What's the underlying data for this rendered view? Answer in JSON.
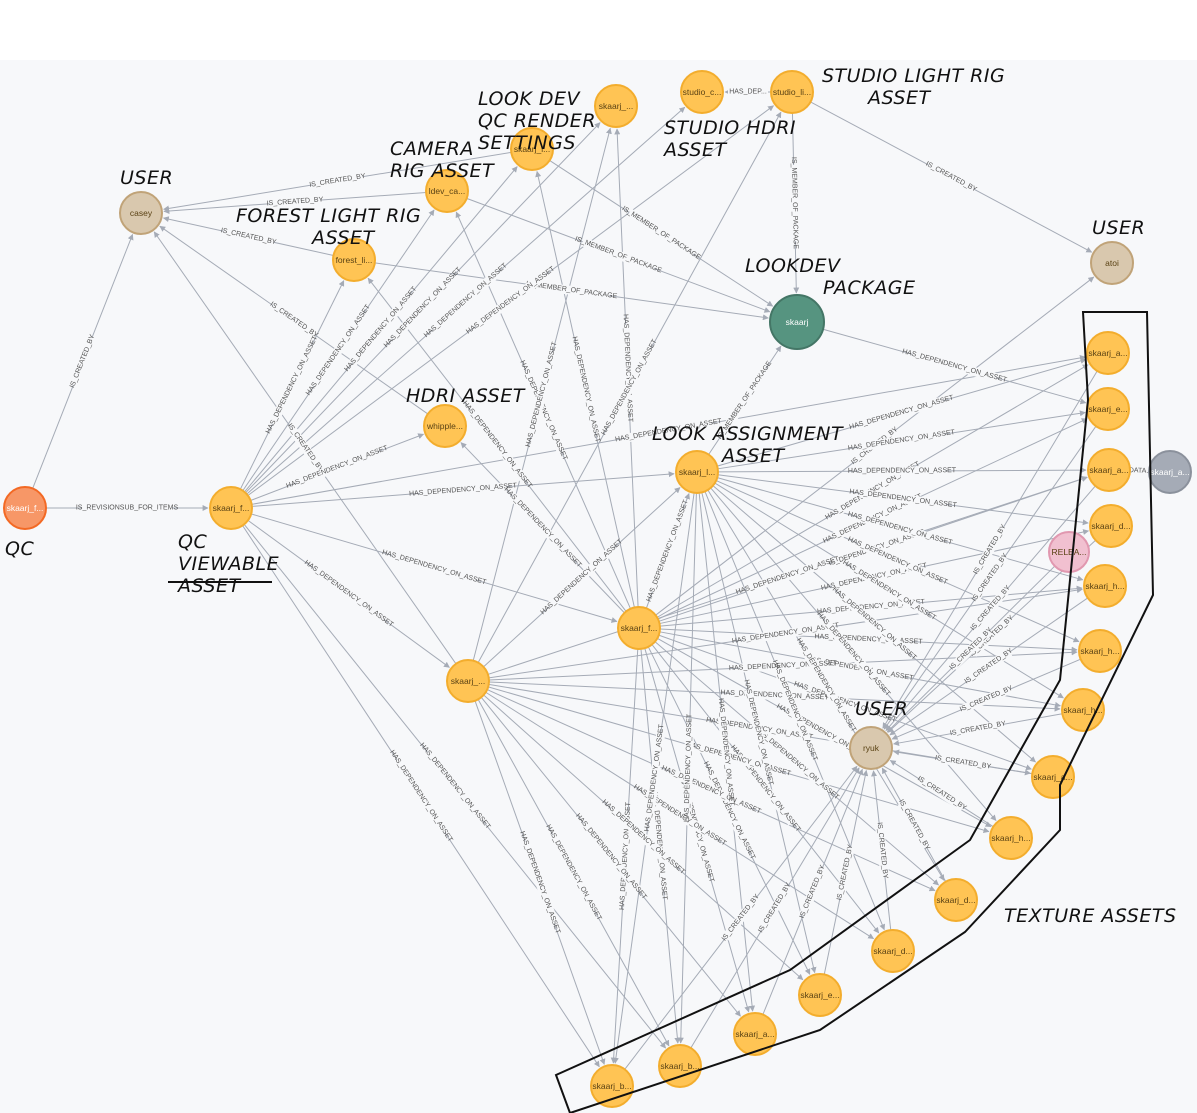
{
  "colors": {
    "asset": "#ffc454",
    "asset_stroke": "#f3ad2d",
    "user": "#d9c8ae",
    "user_stroke": "#c0a378",
    "package": "#569480",
    "package_stroke": "#447666",
    "qc": "#f79767",
    "qc_stroke": "#f36924",
    "release": "#f1c0d0",
    "release_stroke": "#e198b0",
    "other": "#a5abb6",
    "other_stroke": "#8b919c"
  },
  "nodes": [
    {
      "id": "qc",
      "label": "skaarj_f...",
      "kind": "qc"
    },
    {
      "id": "qcview",
      "label": "skaarj_f...",
      "kind": "asset"
    },
    {
      "id": "casey",
      "label": "casey",
      "kind": "user"
    },
    {
      "id": "forest",
      "label": "forest_li...",
      "kind": "asset"
    },
    {
      "id": "ldevcam",
      "label": "ldev_ca...",
      "kind": "asset"
    },
    {
      "id": "qcrender",
      "label": "skaarj_l...",
      "kind": "asset"
    },
    {
      "id": "skt1",
      "label": "skaarj_...",
      "kind": "asset"
    },
    {
      "id": "studioc",
      "label": "studio_c...",
      "kind": "asset"
    },
    {
      "id": "studioli",
      "label": "studio_li...",
      "kind": "asset"
    },
    {
      "id": "atoi",
      "label": "atoi",
      "kind": "user"
    },
    {
      "id": "pkg",
      "label": "skaarj",
      "kind": "package"
    },
    {
      "id": "whipple",
      "label": "whipple...",
      "kind": "asset"
    },
    {
      "id": "lookassign",
      "label": "skaarj_l...",
      "kind": "asset"
    },
    {
      "id": "hub1",
      "label": "skaarj_f...",
      "kind": "asset"
    },
    {
      "id": "hub2",
      "label": "skaarj_...",
      "kind": "asset"
    },
    {
      "id": "ryuk",
      "label": "ryuk",
      "kind": "user"
    },
    {
      "id": "release",
      "label": "RELEA...",
      "kind": "release"
    },
    {
      "id": "grey",
      "label": "skaarj_a...",
      "kind": "other"
    },
    {
      "id": "t1",
      "label": "skaarj_a...",
      "kind": "asset"
    },
    {
      "id": "t2",
      "label": "skaarj_e...",
      "kind": "asset"
    },
    {
      "id": "t3",
      "label": "skaarj_a...",
      "kind": "asset"
    },
    {
      "id": "t4",
      "label": "skaarj_d...",
      "kind": "asset"
    },
    {
      "id": "t5",
      "label": "skaarj_h...",
      "kind": "asset"
    },
    {
      "id": "t6",
      "label": "skaarj_h...",
      "kind": "asset"
    },
    {
      "id": "t7",
      "label": "skaarj_h...",
      "kind": "asset"
    },
    {
      "id": "t8",
      "label": "skaarj_a...",
      "kind": "asset"
    },
    {
      "id": "t9",
      "label": "skaarj_h...",
      "kind": "asset"
    },
    {
      "id": "t10",
      "label": "skaarj_d...",
      "kind": "asset"
    },
    {
      "id": "t11",
      "label": "skaarj_d...",
      "kind": "asset"
    },
    {
      "id": "t12",
      "label": "skaarj_e...",
      "kind": "asset"
    },
    {
      "id": "t13",
      "label": "skaarj_a...",
      "kind": "asset"
    },
    {
      "id": "t14",
      "label": "skaarj_b...",
      "kind": "asset"
    },
    {
      "id": "t15",
      "label": "skaarj_b...",
      "kind": "asset"
    }
  ],
  "edge_types": {
    "created": "IS_CREATED_BY",
    "dep": "HAS_DEPENDENCY_ON_ASSET",
    "member": "IS_MEMBER_OF_PACKAGE",
    "revision": "IS_REVISIONSUB_FOR_ITEMS",
    "hasdep_short": "HAS_DEP...",
    "data_short": "DATA..."
  },
  "edges": [
    {
      "from": "qc",
      "to": "casey",
      "type": "created"
    },
    {
      "from": "qc",
      "to": "qcview",
      "type": "revision"
    },
    {
      "from": "forest",
      "to": "casey",
      "type": "created"
    },
    {
      "from": "ldevcam",
      "to": "casey",
      "type": "created"
    },
    {
      "from": "qcrender",
      "to": "casey",
      "type": "created"
    },
    {
      "from": "hub2",
      "to": "casey",
      "type": "created"
    },
    {
      "from": "whipple",
      "to": "casey",
      "type": "created"
    },
    {
      "from": "studioli",
      "to": "studioc",
      "type": "hasdep_short"
    },
    {
      "from": "studioli",
      "to": "pkg",
      "type": "member"
    },
    {
      "from": "studioli",
      "to": "atoi",
      "type": "created"
    },
    {
      "from": "forest",
      "to": "pkg",
      "type": "member"
    },
    {
      "from": "ldevcam",
      "to": "pkg",
      "type": "member"
    },
    {
      "from": "qcrender",
      "to": "pkg",
      "type": "member"
    },
    {
      "from": "lookassign",
      "to": "pkg",
      "type": "member"
    },
    {
      "from": "hub1",
      "to": "atoi",
      "type": "created"
    },
    {
      "from": "pkg",
      "to": "t2",
      "type": "dep"
    },
    {
      "from": "qcview",
      "to": "forest",
      "type": "dep"
    },
    {
      "from": "qcview",
      "to": "ldevcam",
      "type": "dep"
    },
    {
      "from": "qcview",
      "to": "qcrender",
      "type": "dep"
    },
    {
      "from": "qcview",
      "to": "skt1",
      "type": "dep"
    },
    {
      "from": "qcview",
      "to": "studioc",
      "type": "dep"
    },
    {
      "from": "qcview",
      "to": "studioli",
      "type": "dep"
    },
    {
      "from": "qcview",
      "to": "whipple",
      "type": "dep"
    },
    {
      "from": "qcview",
      "to": "lookassign",
      "type": "dep"
    },
    {
      "from": "qcview",
      "to": "hub1",
      "type": "dep"
    },
    {
      "from": "qcview",
      "to": "hub2",
      "type": "dep"
    },
    {
      "from": "qcview",
      "to": "t1",
      "type": "dep"
    },
    {
      "from": "qcview",
      "to": "t14",
      "type": "dep"
    },
    {
      "from": "qcview",
      "to": "t15",
      "type": "dep"
    },
    {
      "from": "hub1",
      "to": "forest",
      "type": "dep"
    },
    {
      "from": "hub1",
      "to": "ldevcam",
      "type": "dep"
    },
    {
      "from": "hub1",
      "to": "qcrender",
      "type": "dep"
    },
    {
      "from": "hub1",
      "to": "skt1",
      "type": "dep"
    },
    {
      "from": "hub1",
      "to": "whipple",
      "type": "dep"
    },
    {
      "from": "hub1",
      "to": "lookassign",
      "type": "dep"
    },
    {
      "from": "hub1",
      "to": "t1",
      "type": "dep"
    },
    {
      "from": "hub1",
      "to": "t2",
      "type": "dep"
    },
    {
      "from": "hub1",
      "to": "t3",
      "type": "dep"
    },
    {
      "from": "hub1",
      "to": "t4",
      "type": "dep"
    },
    {
      "from": "hub1",
      "to": "t5",
      "type": "dep"
    },
    {
      "from": "hub1",
      "to": "t6",
      "type": "dep"
    },
    {
      "from": "hub1",
      "to": "t7",
      "type": "dep"
    },
    {
      "from": "hub1",
      "to": "t8",
      "type": "dep"
    },
    {
      "from": "hub1",
      "to": "t9",
      "type": "dep"
    },
    {
      "from": "hub1",
      "to": "t10",
      "type": "dep"
    },
    {
      "from": "hub1",
      "to": "t11",
      "type": "dep"
    },
    {
      "from": "hub1",
      "to": "t12",
      "type": "dep"
    },
    {
      "from": "hub1",
      "to": "t13",
      "type": "dep"
    },
    {
      "from": "hub1",
      "to": "t14",
      "type": "dep"
    },
    {
      "from": "hub1",
      "to": "t15",
      "type": "dep"
    },
    {
      "from": "hub2",
      "to": "lookassign",
      "type": "dep"
    },
    {
      "from": "hub2",
      "to": "skt1",
      "type": "dep"
    },
    {
      "from": "hub2",
      "to": "studioli",
      "type": "dep"
    },
    {
      "from": "hub2",
      "to": "t3",
      "type": "dep"
    },
    {
      "from": "hub2",
      "to": "t5",
      "type": "dep"
    },
    {
      "from": "hub2",
      "to": "t6",
      "type": "dep"
    },
    {
      "from": "hub2",
      "to": "t7",
      "type": "dep"
    },
    {
      "from": "hub2",
      "to": "t8",
      "type": "dep"
    },
    {
      "from": "hub2",
      "to": "t9",
      "type": "dep"
    },
    {
      "from": "hub2",
      "to": "t10",
      "type": "dep"
    },
    {
      "from": "hub2",
      "to": "t11",
      "type": "dep"
    },
    {
      "from": "hub2",
      "to": "t12",
      "type": "dep"
    },
    {
      "from": "hub2",
      "to": "t13",
      "type": "dep"
    },
    {
      "from": "hub2",
      "to": "t14",
      "type": "dep"
    },
    {
      "from": "hub2",
      "to": "t15",
      "type": "dep"
    },
    {
      "from": "lookassign",
      "to": "t1",
      "type": "dep"
    },
    {
      "from": "lookassign",
      "to": "t2",
      "type": "dep"
    },
    {
      "from": "lookassign",
      "to": "t3",
      "type": "dep"
    },
    {
      "from": "lookassign",
      "to": "t4",
      "type": "dep"
    },
    {
      "from": "lookassign",
      "to": "t5",
      "type": "dep"
    },
    {
      "from": "lookassign",
      "to": "t6",
      "type": "dep"
    },
    {
      "from": "lookassign",
      "to": "t7",
      "type": "dep"
    },
    {
      "from": "lookassign",
      "to": "t8",
      "type": "dep"
    },
    {
      "from": "lookassign",
      "to": "t9",
      "type": "dep"
    },
    {
      "from": "lookassign",
      "to": "t10",
      "type": "dep"
    },
    {
      "from": "lookassign",
      "to": "t11",
      "type": "dep"
    },
    {
      "from": "lookassign",
      "to": "t12",
      "type": "dep"
    },
    {
      "from": "lookassign",
      "to": "t13",
      "type": "dep"
    },
    {
      "from": "lookassign",
      "to": "t14",
      "type": "dep"
    },
    {
      "from": "lookassign",
      "to": "t15",
      "type": "dep"
    },
    {
      "from": "t1",
      "to": "ryuk",
      "type": "created"
    },
    {
      "from": "t2",
      "to": "ryuk",
      "type": "created"
    },
    {
      "from": "t3",
      "to": "ryuk",
      "type": "created"
    },
    {
      "from": "t4",
      "to": "ryuk",
      "type": "created"
    },
    {
      "from": "t5",
      "to": "ryuk",
      "type": "created"
    },
    {
      "from": "t6",
      "to": "ryuk",
      "type": "created"
    },
    {
      "from": "t7",
      "to": "ryuk",
      "type": "created"
    },
    {
      "from": "t8",
      "to": "ryuk",
      "type": "created"
    },
    {
      "from": "t9",
      "to": "ryuk",
      "type": "created"
    },
    {
      "from": "t10",
      "to": "ryuk",
      "type": "created"
    },
    {
      "from": "t11",
      "to": "ryuk",
      "type": "created"
    },
    {
      "from": "t12",
      "to": "ryuk",
      "type": "created"
    },
    {
      "from": "t13",
      "to": "ryuk",
      "type": "created"
    },
    {
      "from": "t14",
      "to": "ryuk",
      "type": "created"
    },
    {
      "from": "t15",
      "to": "ryuk",
      "type": "created"
    },
    {
      "from": "grey",
      "to": "t3",
      "type": "data_short"
    },
    {
      "from": "release",
      "to": "ryuk",
      "type": "created"
    }
  ],
  "annotations": [
    {
      "id": "user-casey",
      "lines": [
        "USER"
      ]
    },
    {
      "id": "forest-rig",
      "lines": [
        "FOREST LIGHT RIG",
        "ASSET"
      ]
    },
    {
      "id": "camera-rig",
      "lines": [
        "CAMERA",
        "RIG ASSET"
      ]
    },
    {
      "id": "lookdev-qc",
      "lines": [
        "LOOK DEV",
        "QC RENDER",
        "SETTINGS"
      ]
    },
    {
      "id": "studio-hdri",
      "lines": [
        "STUDIO HDRI",
        "ASSET"
      ]
    },
    {
      "id": "studio-light",
      "lines": [
        "STUDIO LIGHT RIG",
        "ASSET"
      ]
    },
    {
      "id": "user-atoi",
      "lines": [
        "USER"
      ]
    },
    {
      "id": "lookdev-pkg",
      "lines": [
        "LOOKDEV",
        "PACKAGE"
      ]
    },
    {
      "id": "hdri-asset",
      "lines": [
        "HDRI ASSET"
      ]
    },
    {
      "id": "look-assign",
      "lines": [
        "LOOK ASSIGNMENT",
        "ASSET"
      ]
    },
    {
      "id": "qc",
      "lines": [
        "QC"
      ]
    },
    {
      "id": "qc-viewable",
      "lines": [
        "QC",
        "VIEWABLE",
        "ASSET"
      ]
    },
    {
      "id": "user-ryuk",
      "lines": [
        "USER"
      ]
    },
    {
      "id": "texture-assets",
      "lines": [
        "TEXTURE ASSETS"
      ]
    }
  ]
}
